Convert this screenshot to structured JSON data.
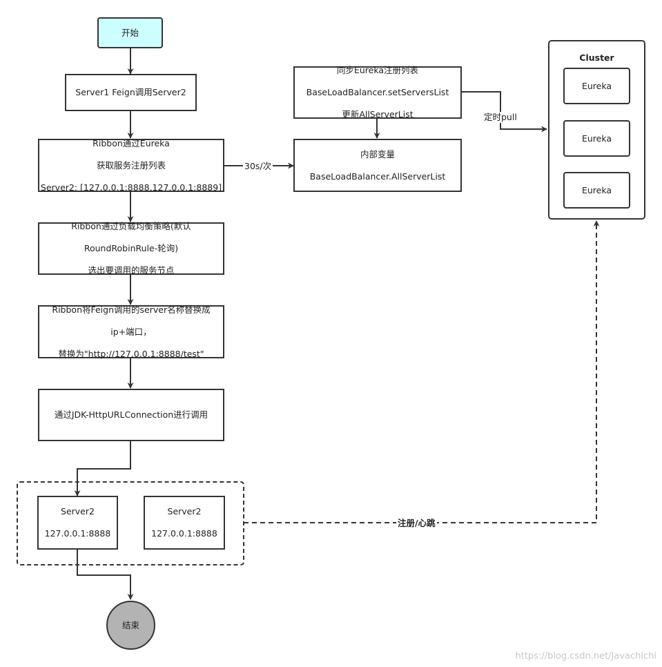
{
  "nodes": {
    "start": "开始",
    "step1": "Server1 Feign调用Server2",
    "step2": [
      "Ribbon通过Eureka",
      "获取服务注册列表",
      "Server2: [127.0.0.1:8888,127.0.0.1:8889]"
    ],
    "step3": [
      "Ribbon通过负载均衡策略(默认",
      "RoundRobinRule-轮询)",
      "选出要调用的服务节点"
    ],
    "step4": [
      "Ribbon将Feign调用的server名称替换成",
      "ip+端口，",
      "替换为\"http://127.0.0.1:8888/test\""
    ],
    "step5": "通过JDK-HttpURLConnection进行调用",
    "sync": [
      "同步Eureka注册列表",
      "BaseLoadBalancer.setServersList",
      "更新AllServerList"
    ],
    "inner_var": [
      "内部变量",
      "BaseLoadBalancer.AllServerList"
    ],
    "server_a": [
      "Server2",
      "127.0.0.1:8888"
    ],
    "server_b": [
      "Server2",
      "127.0.0.1:8888"
    ],
    "end": "结束"
  },
  "cluster": {
    "title": "Cluster",
    "members": [
      "Eureka",
      "Eureka",
      "Eureka"
    ]
  },
  "edge_labels": {
    "interval": "30s/次",
    "pull": "定时pull",
    "heartbeat": "注册/心跳"
  },
  "watermark": "https://blog.csdn.net/Javachichi",
  "colors": {
    "start_fill": "#ccffff",
    "end_fill": "#b3b3b3",
    "stroke": "#333333"
  }
}
